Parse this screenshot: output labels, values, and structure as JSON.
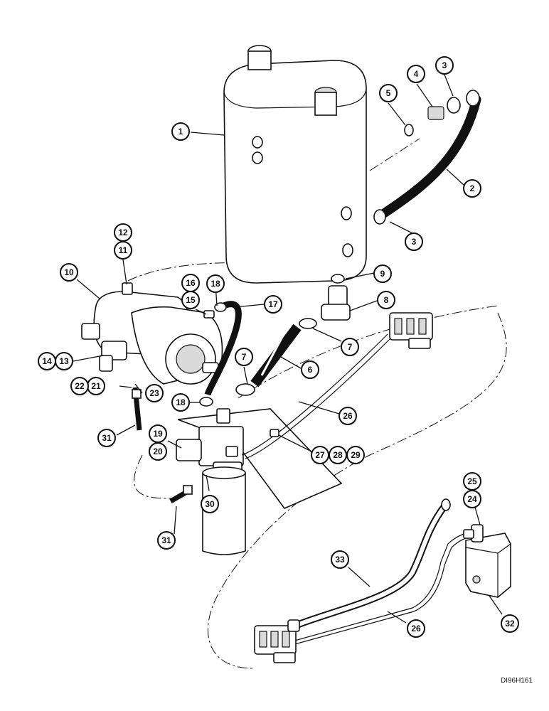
{
  "drawing_id": "DI96H161",
  "callouts": [
    "1",
    "2",
    "3",
    "3",
    "4",
    "5",
    "6",
    "7",
    "7",
    "8",
    "9",
    "10",
    "11",
    "12",
    "13",
    "14",
    "15",
    "16",
    "17",
    "18",
    "18",
    "19",
    "20",
    "21",
    "22",
    "23",
    "24",
    "25",
    "26",
    "26",
    "27",
    "28",
    "29",
    "30",
    "31",
    "31",
    "32",
    "33"
  ]
}
